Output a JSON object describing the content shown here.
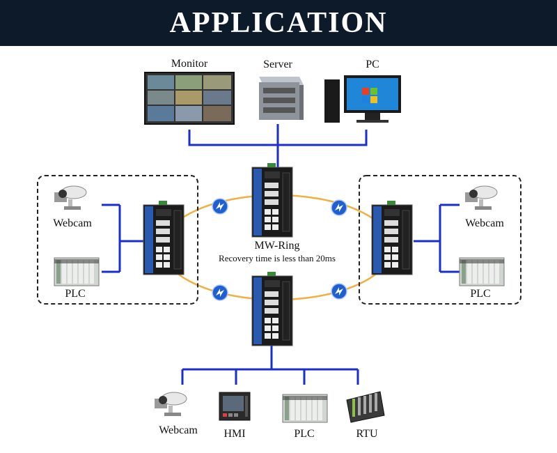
{
  "header": {
    "title": "APPLICATION"
  },
  "top_devices": [
    {
      "label": "Monitor",
      "icon": "monitor-icon"
    },
    {
      "label": "Server",
      "icon": "server-icon"
    },
    {
      "label": "PC",
      "icon": "pc-icon"
    }
  ],
  "left_group": [
    {
      "label": "Webcam",
      "icon": "webcam-icon"
    },
    {
      "label": "PLC",
      "icon": "plc-icon"
    }
  ],
  "right_group": [
    {
      "label": "Webcam",
      "icon": "webcam-icon"
    },
    {
      "label": "PLC",
      "icon": "plc-icon"
    }
  ],
  "ring": {
    "name": "MW-Ring",
    "caption": "Recovery time is less than 20ms"
  },
  "bottom_devices": [
    {
      "label": "Webcam",
      "icon": "webcam-icon"
    },
    {
      "label": "HMI",
      "icon": "hmi-icon"
    },
    {
      "label": "PLC",
      "icon": "plc-icon"
    },
    {
      "label": "RTU",
      "icon": "rtu-icon"
    }
  ],
  "colors": {
    "header_bg": "#0c1a2a",
    "wire": "#1a2ecc",
    "ring": "#f0b040",
    "switch_blue": "#2a5ab0",
    "switch_body": "#1a1a1a"
  }
}
